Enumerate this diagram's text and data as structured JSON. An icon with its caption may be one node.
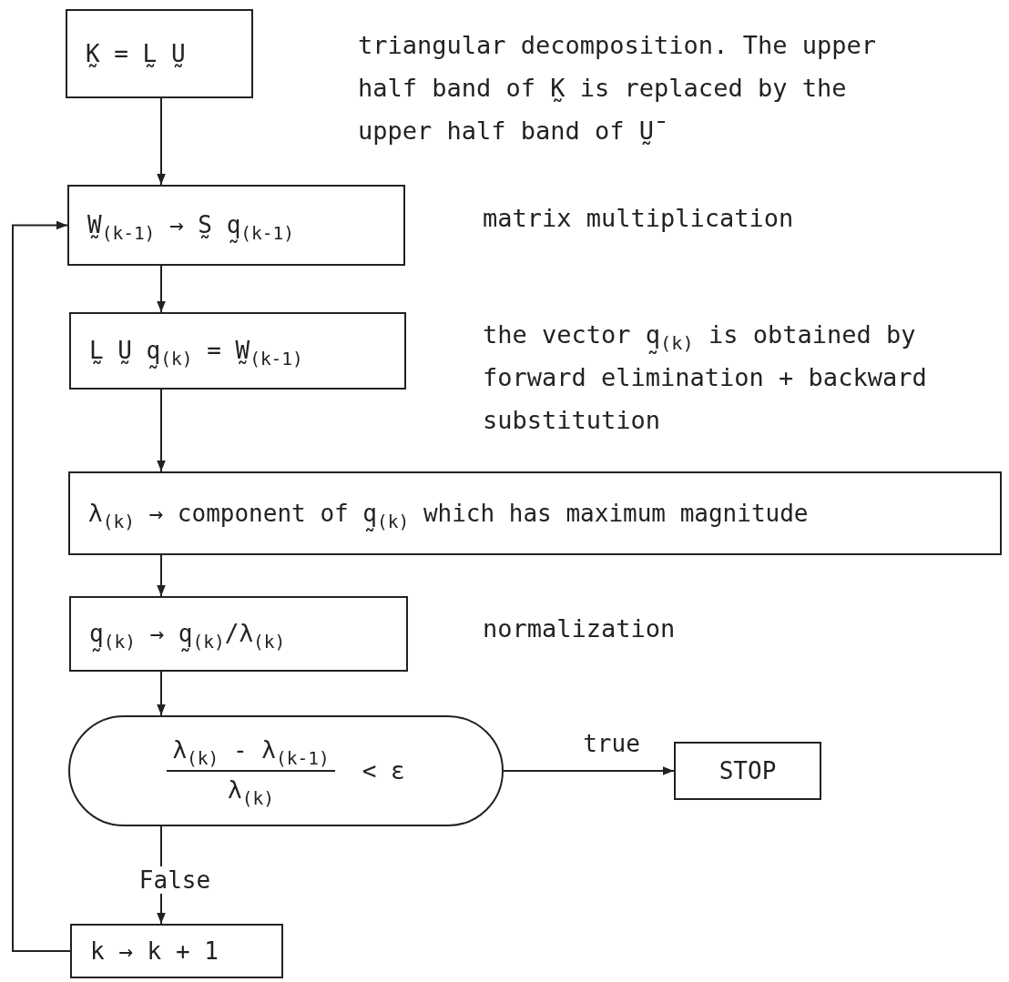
{
  "diagram": {
    "nodes": [
      {
        "text": [
          "K̰ = L̰ Ṵ"
        ]
      },
      {
        "text": [
          "W̰$_{(k-1)}$ → S̰ q̰$_{(k-1)}$"
        ],
        "beside": [
          "matrix multiplication"
        ]
      },
      {
        "text": [
          "L̰ Ṵ q̰$_{(k)}$ = W̰$_{(k-1)}$"
        ]
      },
      {
        "text": [
          "λ$_{(k)}$ → component of q̰$_{(k)}$ which has maximum magnitude"
        ]
      },
      {
        "text": [
          "q̰$_{(k)}$ → q̰$_{(k)}$/λ$_{(k)}$"
        ],
        "beside": [
          "normalization"
        ]
      },
      {
        "text": [
          "λ$_{(k)}$ - λ$_{(k-1)}$",
          "λ$_{(k)}$",
          "< ε"
        ]
      },
      {
        "text": [
          "STOP"
        ]
      },
      {
        "text": [
          "k → k + 1"
        ]
      }
    ],
    "edges": [
      {
        "from": 0,
        "to": 1,
        "arrow": "to"
      },
      {
        "from": 1,
        "to": 2,
        "arrow": "to"
      },
      {
        "from": 2,
        "to": 3,
        "arrow": "to"
      },
      {
        "from": 3,
        "to": 4,
        "arrow": "to"
      },
      {
        "from": 4,
        "to": 5,
        "arrow": "to"
      },
      {
        "from": 5,
        "to": 6,
        "arrow": "to",
        "label": "true"
      },
      {
        "from": 5,
        "to": 7,
        "arrow": "to",
        "label": "False"
      },
      {
        "from": 7,
        "to": 1,
        "arrow": "to"
      }
    ],
    "labels": [
      "triangular decomposition. The upper half band of K̰ is replaced by the upper half band of Ṵ̄",
      "the vector q̰$_{(k)}$ is obtained by forward elimination + backward substitution"
    ]
  }
}
